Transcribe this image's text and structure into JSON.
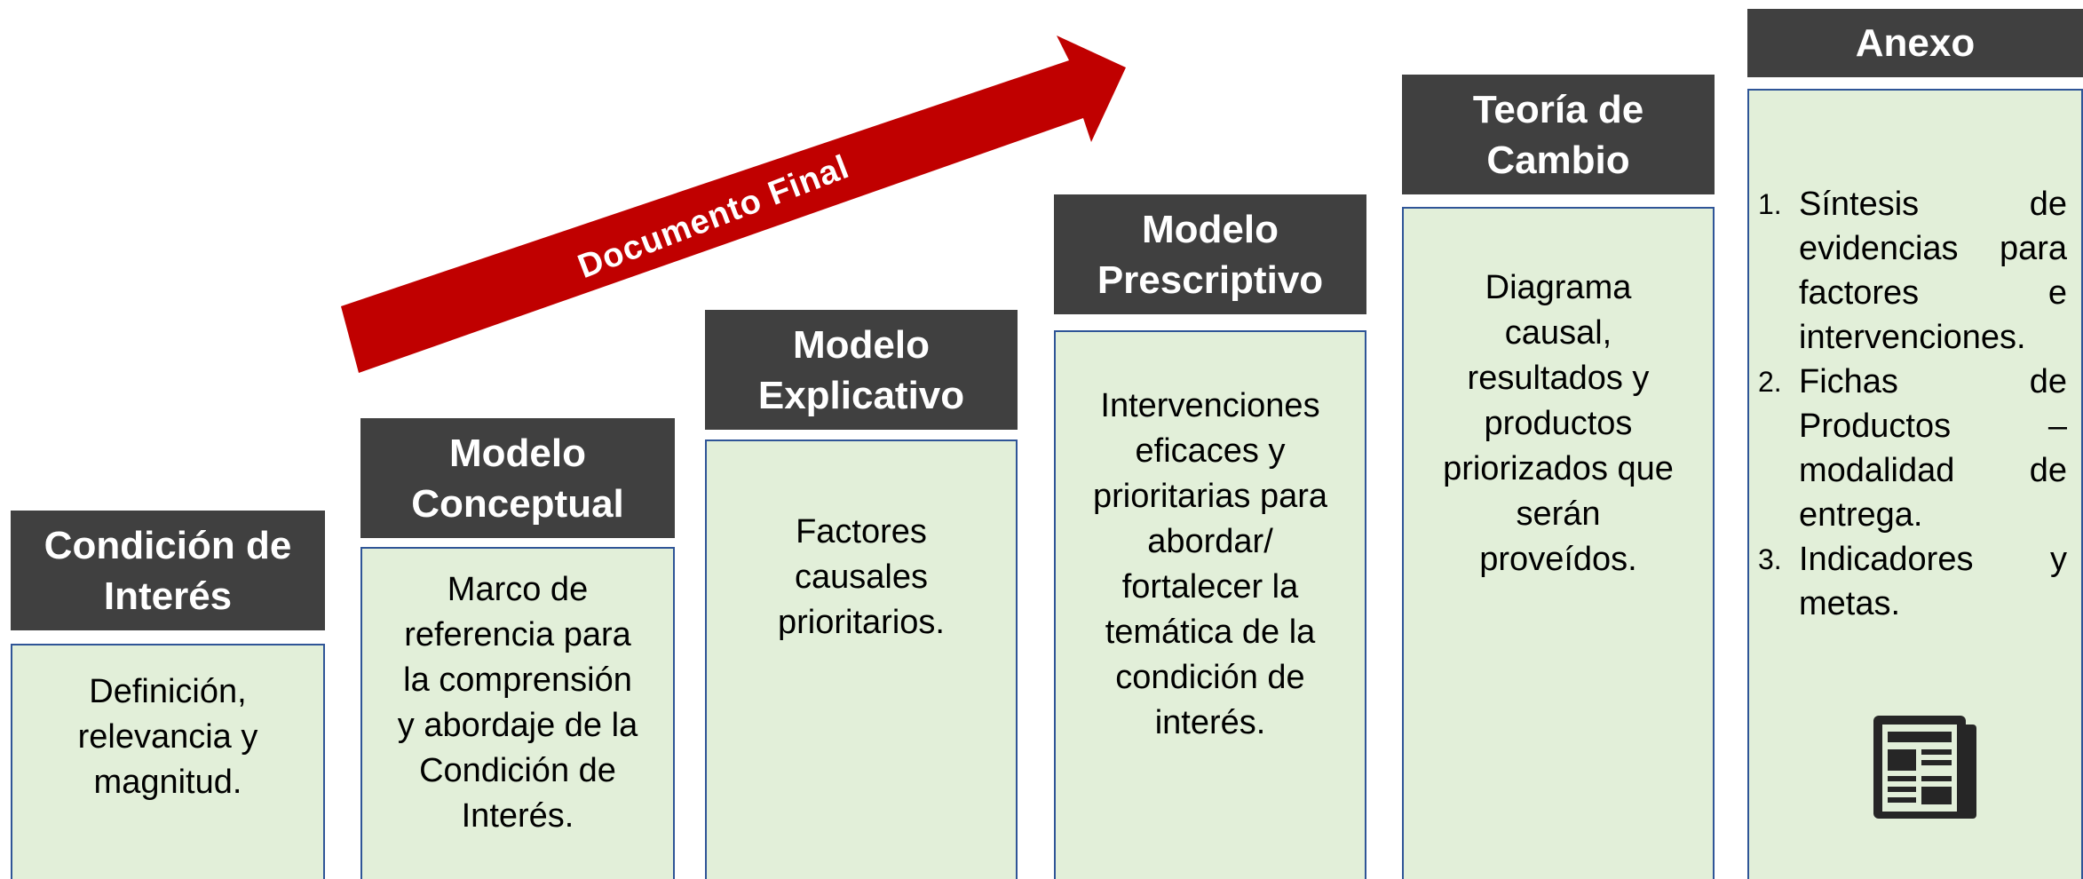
{
  "arrow": {
    "label": "Documento Final",
    "color": "#c00000"
  },
  "colors": {
    "header_bg": "#404040",
    "header_text": "#ffffff",
    "body_bg": "#e2efd9",
    "body_border": "#2f5597"
  },
  "steps": [
    {
      "title_lines": [
        "Condición de",
        "Interés"
      ],
      "description_lines": [
        "Definición,",
        "relevancia y",
        "magnitud."
      ]
    },
    {
      "title_lines": [
        "Modelo",
        "Conceptual"
      ],
      "description_lines": [
        "Marco de",
        "referencia para",
        "la comprensión",
        "y abordaje de la",
        "Condición de",
        "Interés."
      ]
    },
    {
      "title_lines": [
        "Modelo",
        "Explicativo"
      ],
      "description_lines": [
        "Factores",
        "causales",
        "prioritarios."
      ]
    },
    {
      "title_lines": [
        "Modelo",
        "Prescriptivo"
      ],
      "description_lines": [
        "Intervenciones",
        "eficaces y",
        "prioritarias para",
        "abordar/",
        "fortalecer la",
        "temática de la",
        "condición de",
        "interés."
      ]
    },
    {
      "title_lines": [
        "Teoría de",
        "Cambio"
      ],
      "description_lines": [
        "Diagrama",
        "causal,",
        "resultados y",
        "productos",
        "priorizados que",
        "serán",
        "proveídos."
      ]
    },
    {
      "title_lines": [
        "Anexo"
      ],
      "annex_items": [
        {
          "number": "1.",
          "lines": [
            "Síntesis de",
            "evidencias para",
            "factores e",
            "intervenciones."
          ]
        },
        {
          "number": "2.",
          "lines": [
            "Fichas de",
            "Productos –",
            "modalidad de",
            "entrega."
          ]
        },
        {
          "number": "3.",
          "lines": [
            "Indicadores y",
            "metas."
          ]
        }
      ],
      "icon": "newspaper-icon"
    }
  ]
}
